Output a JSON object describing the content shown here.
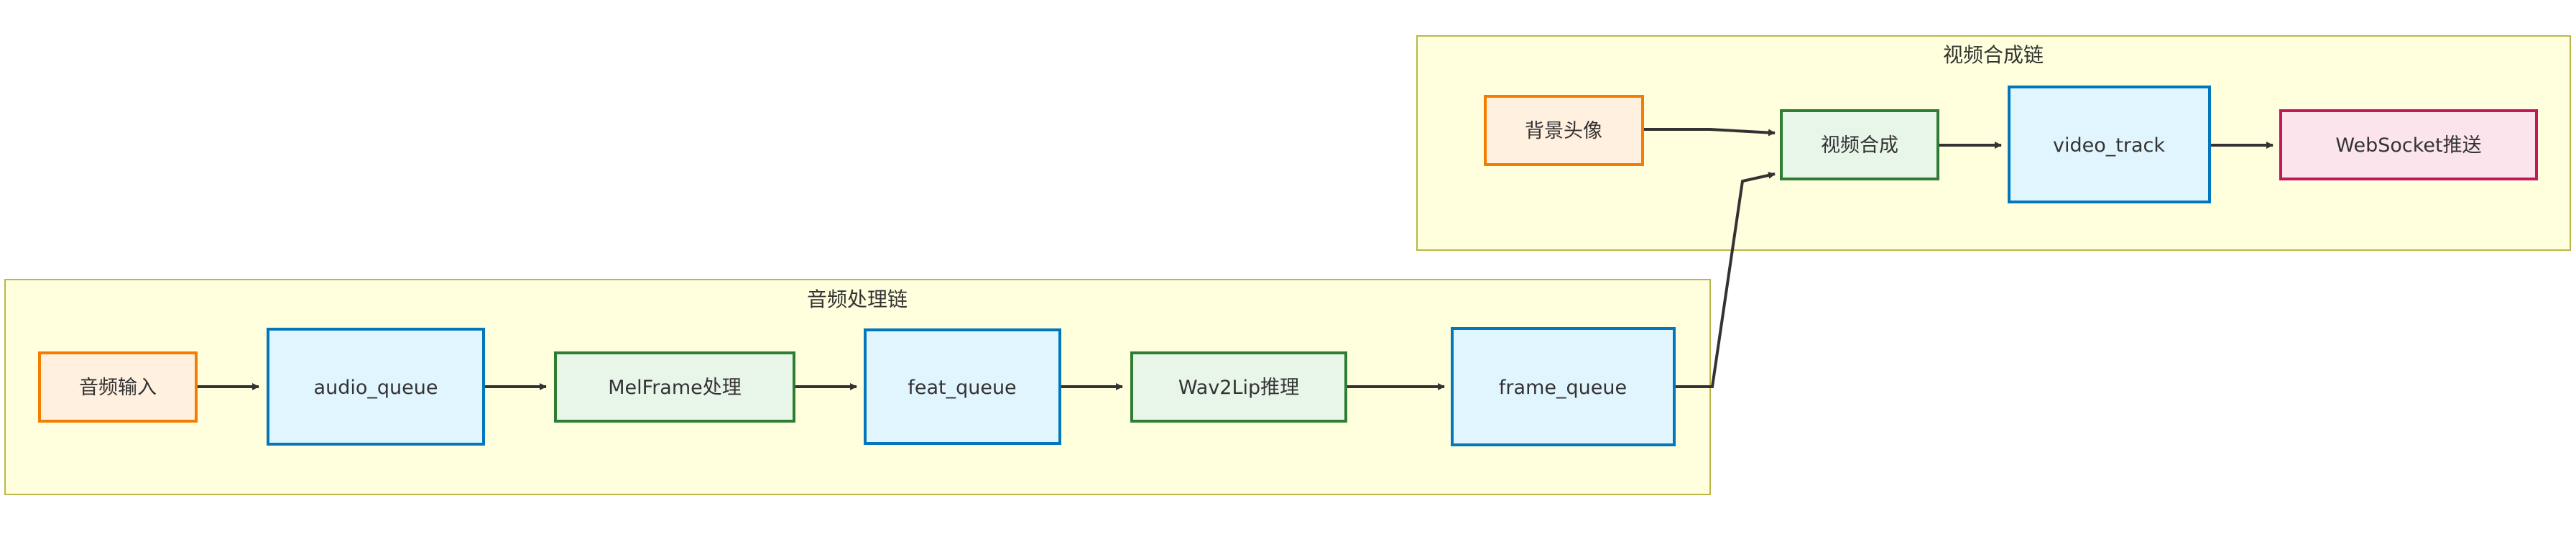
{
  "groups": {
    "audio": {
      "label": "音频处理链"
    },
    "video": {
      "label": "视频合成链"
    }
  },
  "nodes": {
    "audio_input": {
      "label": "音频输入",
      "kind": "source",
      "fill": "#fff0e0",
      "stroke": "#f57c00"
    },
    "audio_queue": {
      "label": "audio_queue",
      "kind": "queue",
      "fill": "#e1f5fe",
      "stroke": "#0277bd"
    },
    "melframe": {
      "label": "MelFrame处理",
      "kind": "process",
      "fill": "#e8f5e9",
      "stroke": "#2e7d32"
    },
    "feat_queue": {
      "label": "feat_queue",
      "kind": "queue",
      "fill": "#e1f5fe",
      "stroke": "#0277bd"
    },
    "wav2lip": {
      "label": "Wav2Lip推理",
      "kind": "process",
      "fill": "#e8f5e9",
      "stroke": "#2e7d32"
    },
    "frame_queue": {
      "label": "frame_queue",
      "kind": "queue",
      "fill": "#e1f5fe",
      "stroke": "#0277bd"
    },
    "bg_avatar": {
      "label": "背景头像",
      "kind": "source",
      "fill": "#fff0e0",
      "stroke": "#f57c00"
    },
    "video_compose": {
      "label": "视频合成",
      "kind": "process",
      "fill": "#e8f5e9",
      "stroke": "#2e7d32"
    },
    "video_track": {
      "label": "video_track",
      "kind": "queue",
      "fill": "#e1f5fe",
      "stroke": "#0277bd"
    },
    "websocket": {
      "label": "WebSocket推送",
      "kind": "output",
      "fill": "#fce4ec",
      "stroke": "#c2185b"
    }
  },
  "edges": [
    {
      "from": "audio_input",
      "to": "audio_queue"
    },
    {
      "from": "audio_queue",
      "to": "melframe"
    },
    {
      "from": "melframe",
      "to": "feat_queue"
    },
    {
      "from": "feat_queue",
      "to": "wav2lip"
    },
    {
      "from": "wav2lip",
      "to": "frame_queue"
    },
    {
      "from": "frame_queue",
      "to": "video_compose"
    },
    {
      "from": "bg_avatar",
      "to": "video_compose"
    },
    {
      "from": "video_compose",
      "to": "video_track"
    },
    {
      "from": "video_track",
      "to": "websocket"
    }
  ]
}
